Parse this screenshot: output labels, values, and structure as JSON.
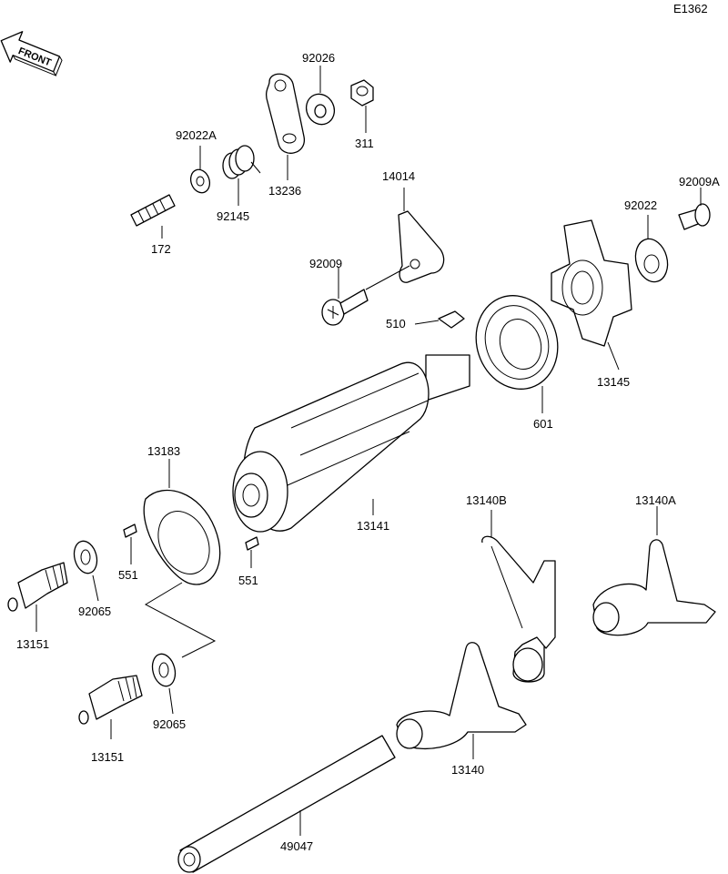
{
  "diagram_code": "E1362",
  "front_label": "FRONT",
  "parts": {
    "p92026": "92026",
    "p311": "311",
    "p92022A": "92022A",
    "p13236": "13236",
    "p92145": "92145",
    "p172": "172",
    "p14014": "14014",
    "p92009": "92009",
    "p92022": "92022",
    "p92009A": "92009A",
    "p510": "510",
    "p13145": "13145",
    "p601": "601",
    "p13183": "13183",
    "p13141": "13141",
    "p551a": "551",
    "p551b": "551",
    "p92065a": "92065",
    "p92065b": "92065",
    "p13151a": "13151",
    "p13151b": "13151",
    "p13140B": "13140B",
    "p13140A": "13140A",
    "p13140": "13140",
    "p49047": "49047"
  }
}
